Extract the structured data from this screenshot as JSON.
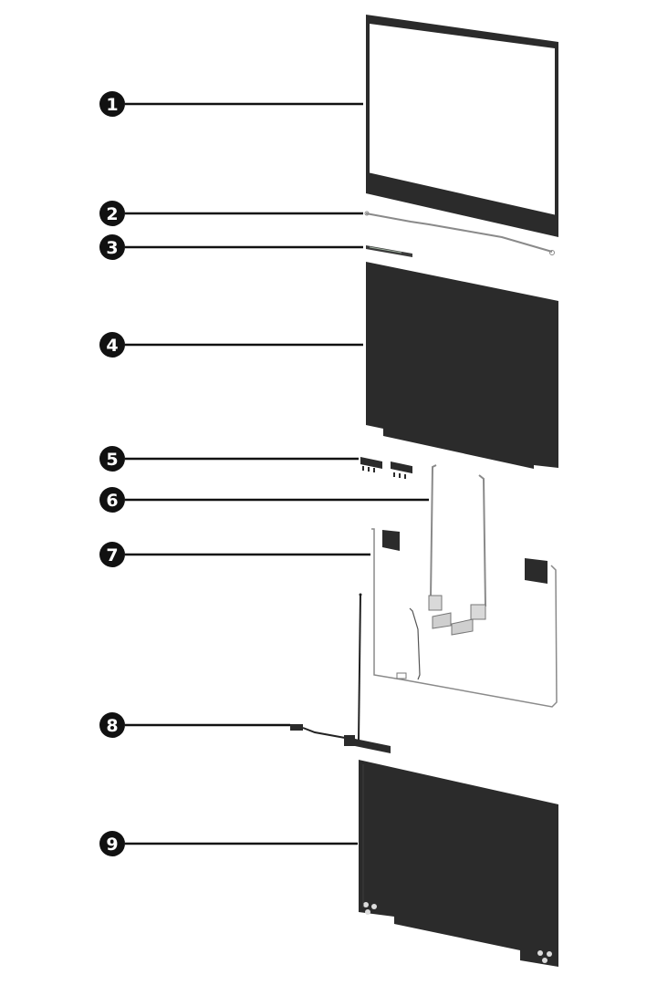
{
  "diagram": {
    "type": "exploded-parts-view",
    "subject": "laptop display assembly",
    "colors": {
      "part_dark": "#2b2b2b",
      "callout": "#111111",
      "wire": "#8a8a8a",
      "background": "#ffffff"
    },
    "callouts": [
      {
        "number": "1",
        "part": "display-bezel"
      },
      {
        "number": "2",
        "part": "display-bracket"
      },
      {
        "number": "3",
        "part": "webcam-module"
      },
      {
        "number": "4",
        "part": "display-panel"
      },
      {
        "number": "5",
        "part": "hinge-covers"
      },
      {
        "number": "6",
        "part": "hinges"
      },
      {
        "number": "7",
        "part": "display-cable"
      },
      {
        "number": "8",
        "part": "antenna"
      },
      {
        "number": "9",
        "part": "display-back-cover"
      }
    ]
  }
}
